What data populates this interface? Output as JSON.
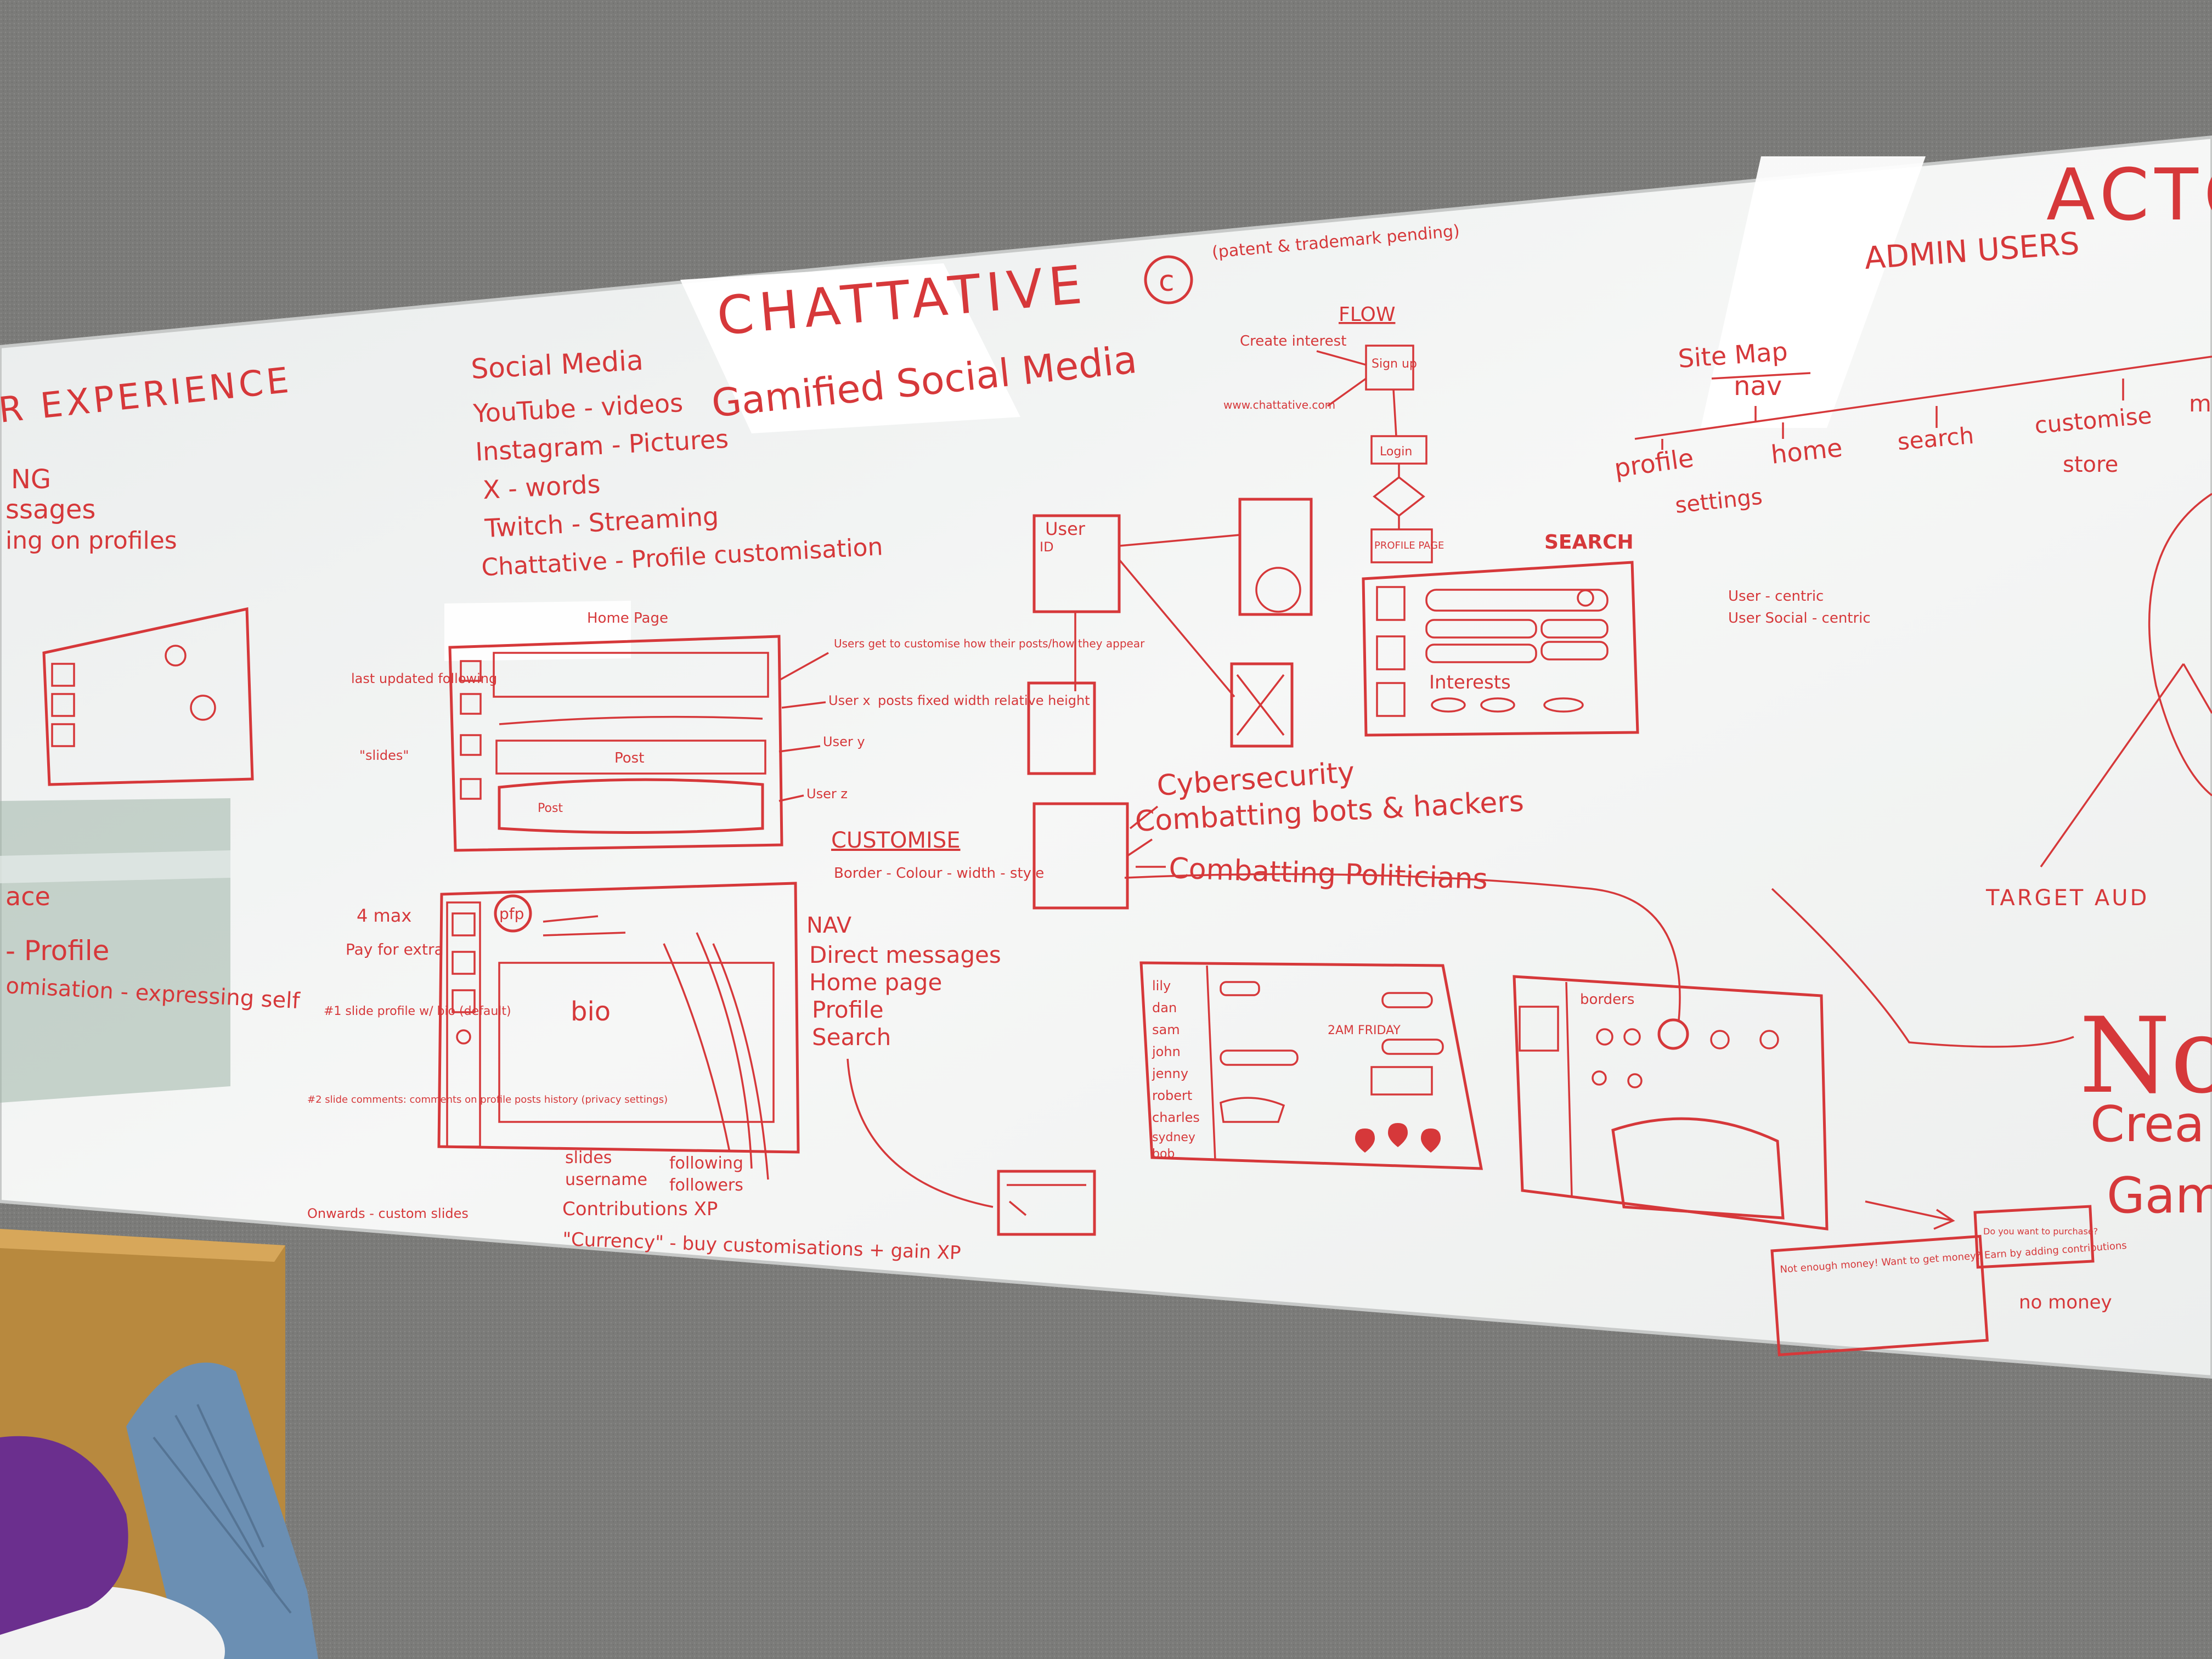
{
  "colors": {
    "wall": "#7d7d7b",
    "board": "#f2f3f2",
    "marker": "#d6383a",
    "desk": "#b8893e",
    "chair": "#6b8fb3"
  },
  "icons": [
    "copyright-icon",
    "heart-icon",
    "arrow-icon"
  ],
  "board": {
    "brand": "CHATTATIVE",
    "patent_note": "(patent & trademark pending)",
    "tagline": "Gamified Social Media",
    "left_heading": "R EXPERIENCE",
    "left_fragments": [
      "NG",
      "ssages",
      "ing on profiles"
    ],
    "left_lower_fragments": [
      "ace",
      "- Profile",
      "omisation - expressing self"
    ],
    "social_media": {
      "title": "Social Media",
      "items": [
        "YouTube - videos",
        "Instagram - Pictures",
        "X - words",
        "Twitch - Streaming",
        "Chattative - Profile customisation"
      ]
    },
    "flow": {
      "title": "FLOW",
      "nodes": [
        "Create interest",
        "www.chattative.com",
        "Sign up",
        "Login",
        "PROFILE PAGE"
      ]
    },
    "search": {
      "title": "SEARCH",
      "labels": [
        "Interests"
      ]
    },
    "homepage": {
      "title": "Home Page",
      "annotations": [
        "last updated following",
        "\"slides\"",
        "Users get to customise how their posts/how they appear",
        "User x",
        "posts fixed width relative height",
        "User y",
        "User z"
      ],
      "post_labels": [
        "Post",
        "Post"
      ]
    },
    "db": {
      "entities": [
        "User",
        "ID"
      ]
    },
    "customise": {
      "title": "CUSTOMISE",
      "subtitle": "Border - Colour - width - style"
    },
    "concerns": [
      "Cybersecurity",
      "Combatting bots & hackers",
      "Combatting Politicians"
    ],
    "profile_nav": {
      "avatar": "pfp",
      "bio": "bio",
      "side_label": "4 max",
      "side_note": "Pay for extra",
      "slide_note": "#1 slide profile w/ bio (default)",
      "slide2_note": "#2 slide comments: comments on profile posts history (privacy settings)",
      "onwards": "Onwards - custom slides",
      "labels": [
        "slides",
        "username",
        "following",
        "followers",
        "Contributions XP",
        "\"Currency\" - buy customisations + gain XP"
      ]
    },
    "nav_list": {
      "title": "NAV",
      "items": [
        "Direct messages",
        "Home page",
        "Profile",
        "Search"
      ]
    },
    "chat": {
      "contacts": [
        "lily",
        "dan",
        "sam",
        "john",
        "jenny",
        "robert",
        "charles",
        "sydney",
        "bob"
      ],
      "date": "2AM FRIDAY"
    },
    "borders": {
      "title": "borders"
    },
    "sitemap": {
      "actors": "ACTO",
      "admin": "ADMIN USERS",
      "title": "Site Map",
      "root": "nav",
      "children": [
        "profile",
        "home",
        "search",
        "customise",
        "store",
        "settings",
        "m"
      ],
      "notes": [
        "User - centric",
        "User Social - centric"
      ]
    },
    "target": "TARGET AUD",
    "right_edge": [
      "No",
      "Crea",
      "Gam"
    ],
    "money_notes": [
      "Not enough money! Want to get money? Earn by adding contributions",
      "Do you want to purchase?",
      "no money"
    ]
  }
}
